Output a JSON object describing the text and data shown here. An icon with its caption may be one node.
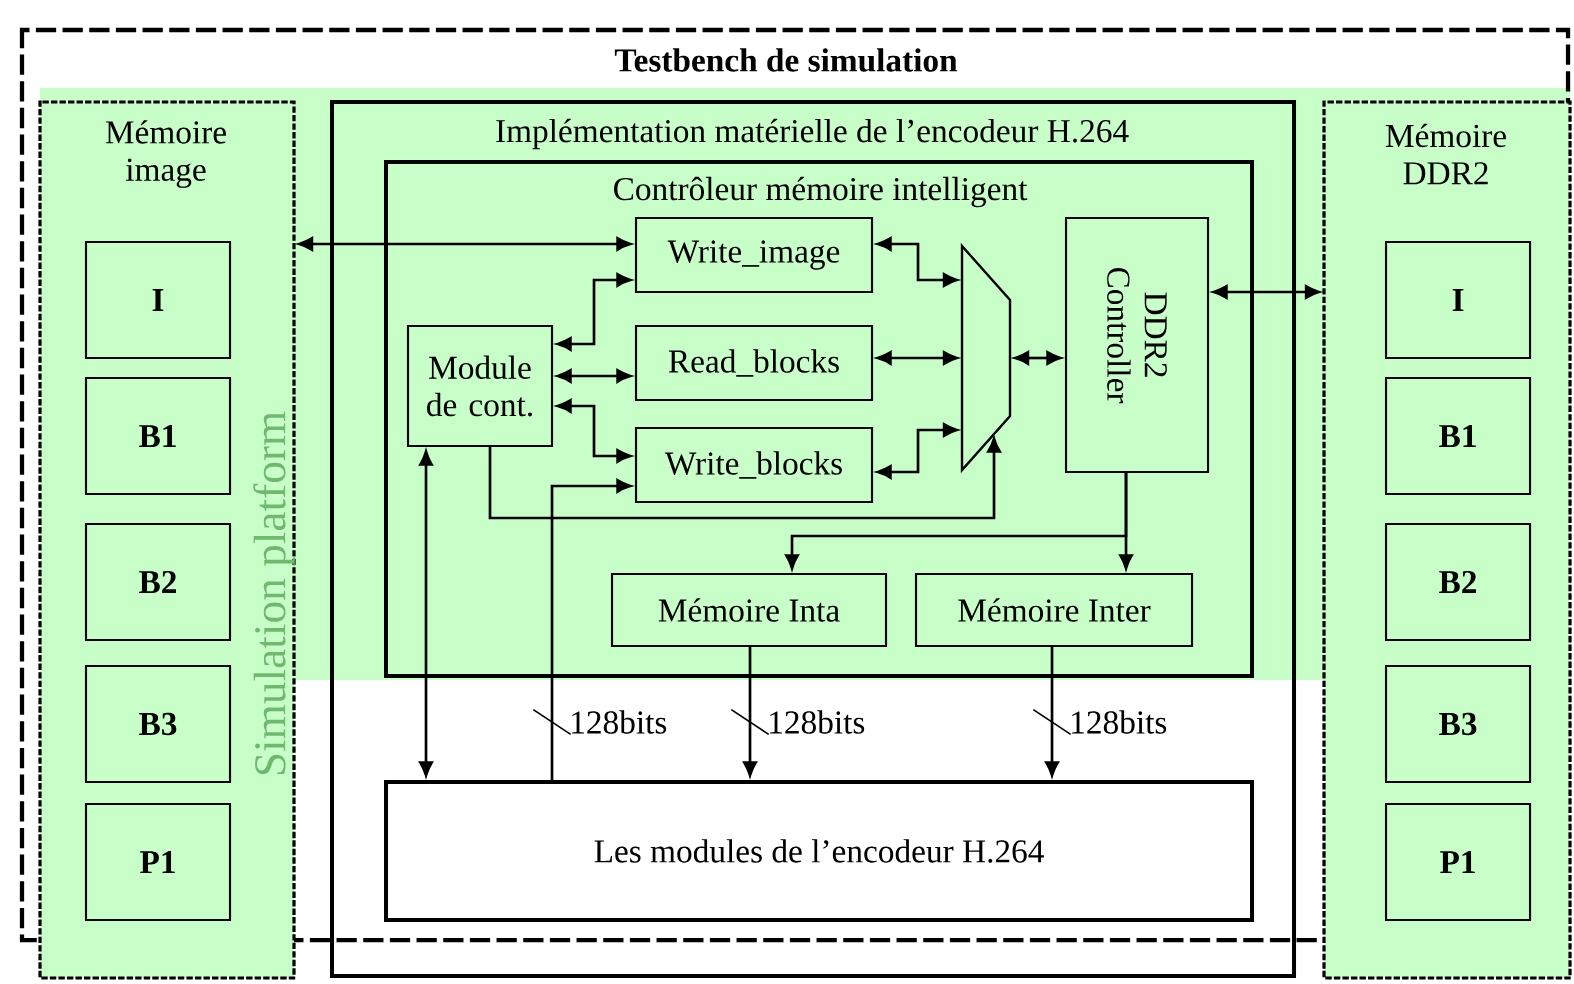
{
  "diagram": {
    "nodes": [
      {
        "text": [
          "Testbench de simulation"
        ]
      },
      {
        "text": [
          "Mémoire image"
        ],
        "in": 0
      },
      {
        "text": [
          "I"
        ],
        "in": 1
      },
      {
        "text": [
          "B1"
        ],
        "in": 1
      },
      {
        "text": [
          "B2"
        ],
        "in": 1
      },
      {
        "text": [
          "B3"
        ],
        "in": 1
      },
      {
        "text": [
          "P1"
        ],
        "in": 1
      },
      {
        "text": [
          "Implémentation matérielle de l’encodeur H.264"
        ],
        "in": 0
      },
      {
        "text": [
          "Contrôleur mémoire intelligent"
        ],
        "in": 7
      },
      {
        "text": [
          "Write_image"
        ],
        "in": 8
      },
      {
        "text": [
          "Module de cont."
        ],
        "in": 8
      },
      {
        "text": [
          "Read_blocks"
        ],
        "in": 8
      },
      {
        "text": [
          "Write_blocks"
        ],
        "in": 8
      },
      {
        "text": [],
        "shape": "trapezoid",
        "in": 8
      },
      {
        "text": [
          "DDR2 Controller"
        ],
        "in": 8
      },
      {
        "text": [
          "Mémoire Inta"
        ],
        "in": 8
      },
      {
        "text": [
          "Mémoire Inter"
        ],
        "in": 8
      },
      {
        "text": [
          "Les modules de l’encodeur H.264"
        ],
        "in": 7
      },
      {
        "text": [
          "Mémoire DDR2"
        ],
        "in": 0
      },
      {
        "text": [
          "I"
        ],
        "in": 18
      },
      {
        "text": [
          "B1"
        ],
        "in": 18
      },
      {
        "text": [
          "B2"
        ],
        "in": 18
      },
      {
        "text": [
          "B3"
        ],
        "in": 18
      },
      {
        "text": [
          "P1"
        ],
        "in": 18
      }
    ],
    "edges": [
      {
        "from": 1,
        "to": 9,
        "arrow": "both"
      },
      {
        "from": 10,
        "to": 9,
        "arrow": "both"
      },
      {
        "from": 10,
        "to": 11,
        "arrow": "both"
      },
      {
        "from": 10,
        "to": 12,
        "arrow": "both"
      },
      {
        "from": 9,
        "to": 13,
        "arrow": "both"
      },
      {
        "from": 11,
        "to": 13,
        "arrow": "both"
      },
      {
        "from": 12,
        "to": 13,
        "arrow": "both"
      },
      {
        "from": 13,
        "to": 14,
        "arrow": "both"
      },
      {
        "from": 14,
        "to": 18,
        "arrow": "both"
      },
      {
        "from": 10,
        "to": 13,
        "arrow": "to"
      },
      {
        "from": 17,
        "to": 12,
        "arrow": "to",
        "label": "128bits"
      },
      {
        "from": 10,
        "to": 17,
        "arrow": "both"
      },
      {
        "from": 14,
        "to": 15,
        "arrow": "to"
      },
      {
        "from": 14,
        "to": 16,
        "arrow": "to"
      },
      {
        "from": 15,
        "to": 17,
        "arrow": "to",
        "label": "128bits"
      },
      {
        "from": 16,
        "to": 17,
        "arrow": "to",
        "label": "128bits"
      }
    ],
    "labels": [
      "Simulation platform"
    ]
  }
}
